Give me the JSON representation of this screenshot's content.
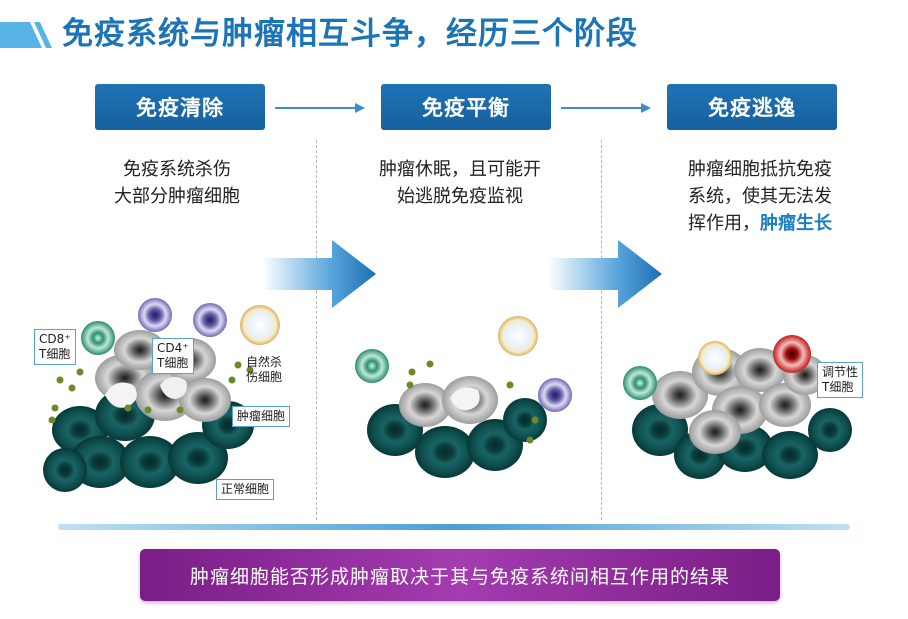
{
  "title": "免疫系统与肿瘤相互斗争，经历三个阶段",
  "stages": [
    {
      "name": "免疫清除",
      "desc_lines": [
        "免疫系统杀伤",
        "大部分肿瘤细胞"
      ]
    },
    {
      "name": "免疫平衡",
      "desc_lines": [
        "肿瘤休眠，且可能开",
        "始逃脱免疫监视"
      ]
    },
    {
      "name": "免疫逃逸",
      "desc_lines": [
        "肿瘤细胞抵抗免疫",
        "系统，使其无法发",
        "挥作用，"
      ],
      "highlight": "肿瘤生长"
    }
  ],
  "labels": {
    "cd8": [
      "CD8⁺",
      "T细胞"
    ],
    "cd4": [
      "CD4⁺",
      "T细胞"
    ],
    "nk": [
      "自然杀",
      "伤细胞"
    ],
    "tumor": "肿瘤细胞",
    "normal": "正常细胞",
    "treg": [
      "调节性",
      "T细胞"
    ]
  },
  "conclusion": "肿瘤细胞能否形成肿瘤取决于其与免疫系统间相互作用的结果",
  "colors": {
    "title": "#1c74b8",
    "stage_box": "#1a6aaa",
    "highlight": "#1b7fc6",
    "normal_cell": "#0e5152",
    "tumor_cell": "#9a9a9a",
    "conclusion_bg": "#8e2c9c"
  },
  "icons": [
    "title-stripes-icon",
    "right-arrow-icon",
    "big-gradient-arrow-icon"
  ]
}
